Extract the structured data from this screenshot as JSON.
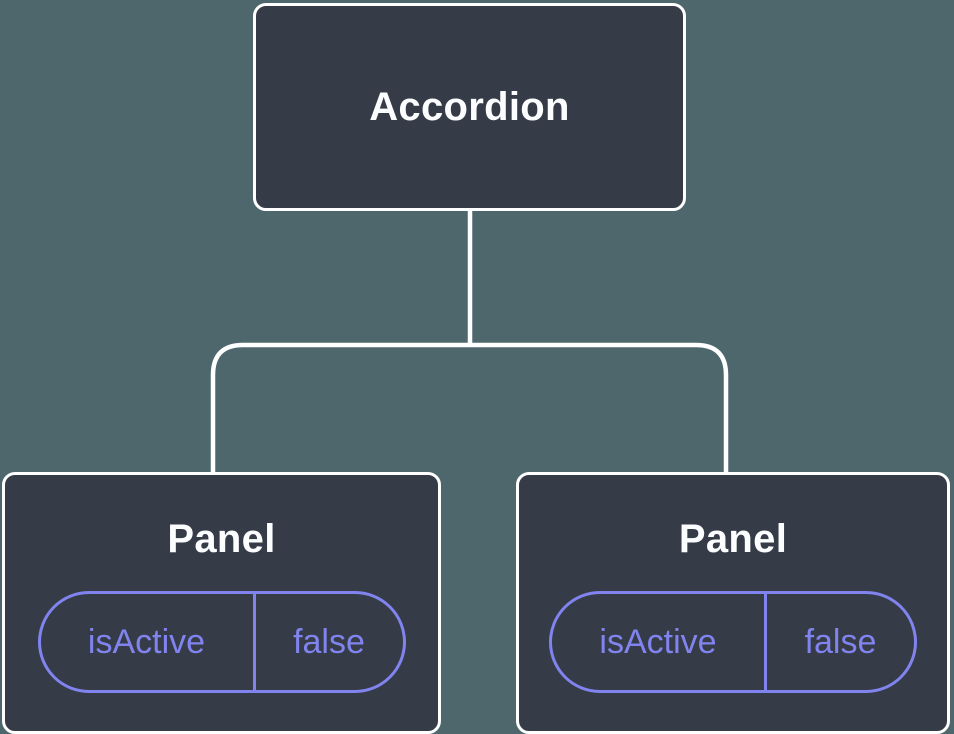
{
  "tree": {
    "root": {
      "label": "Accordion"
    },
    "children": [
      {
        "label": "Panel",
        "state": {
          "key": "isActive",
          "value": "false"
        }
      },
      {
        "label": "Panel",
        "state": {
          "key": "isActive",
          "value": "false"
        }
      }
    ]
  },
  "colors": {
    "background": "#4d676d",
    "node_fill": "#353b47",
    "node_border": "#ffffff",
    "connector": "#ffffff",
    "label_text": "#fcfdff",
    "state_accent": "#8184ee"
  }
}
